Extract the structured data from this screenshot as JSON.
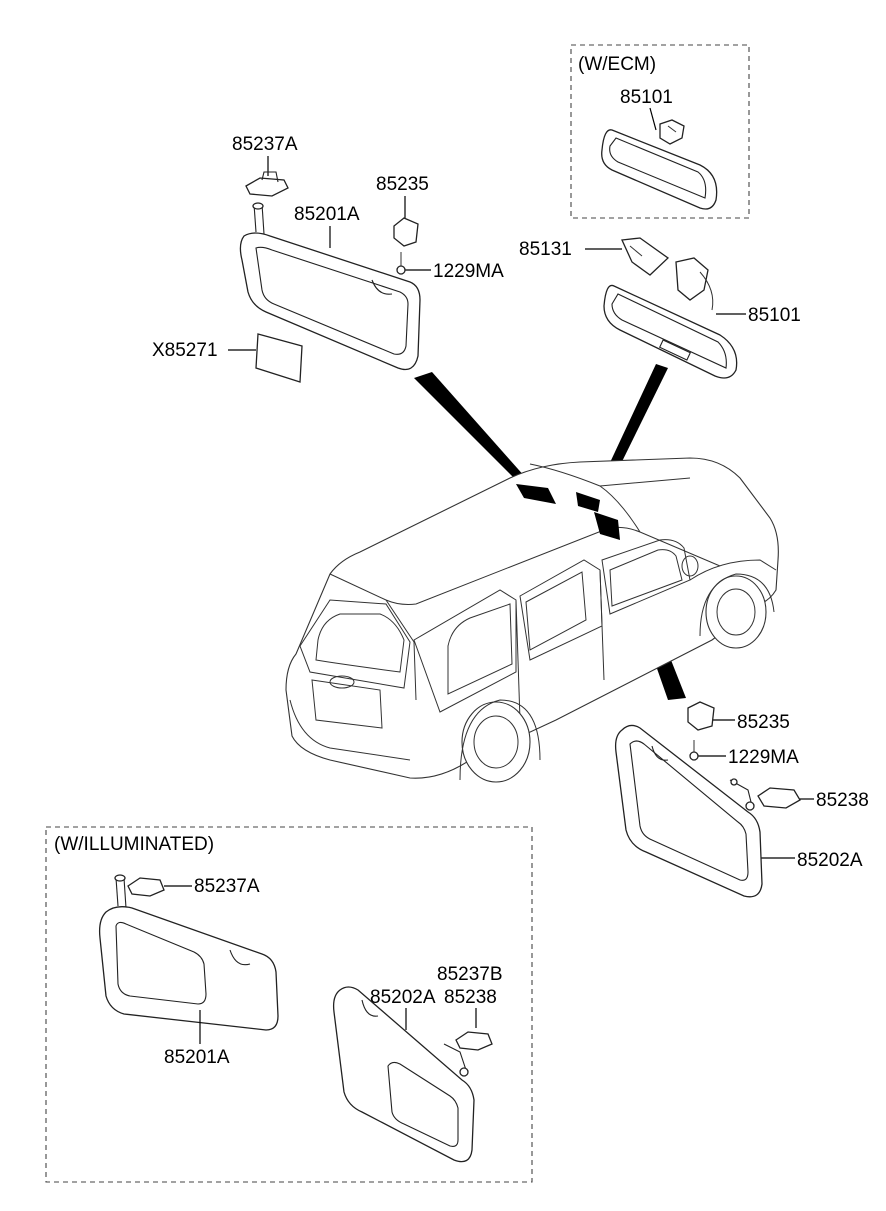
{
  "groups": {
    "ecm": "(W/ECM)",
    "illuminated": "(W/ILLUMINATED)"
  },
  "labels": {
    "ecm_mirror": "85101",
    "mirror": "85101",
    "mirror_cover": "85131",
    "holder_left_top": "85237A",
    "retainer_top": "85235",
    "visor_left_top": "85201A",
    "screw_top": "1229MA",
    "label_plate": "X85271",
    "retainer_right": "85235",
    "screw_right": "1229MA",
    "holder_right": "85238",
    "visor_right": "85202A",
    "ill_holder_left": "85237A",
    "ill_visor_left": "85201A",
    "ill_holder_right_b": "85237B",
    "ill_visor_right": "85202A",
    "ill_holder_right": "85238"
  }
}
